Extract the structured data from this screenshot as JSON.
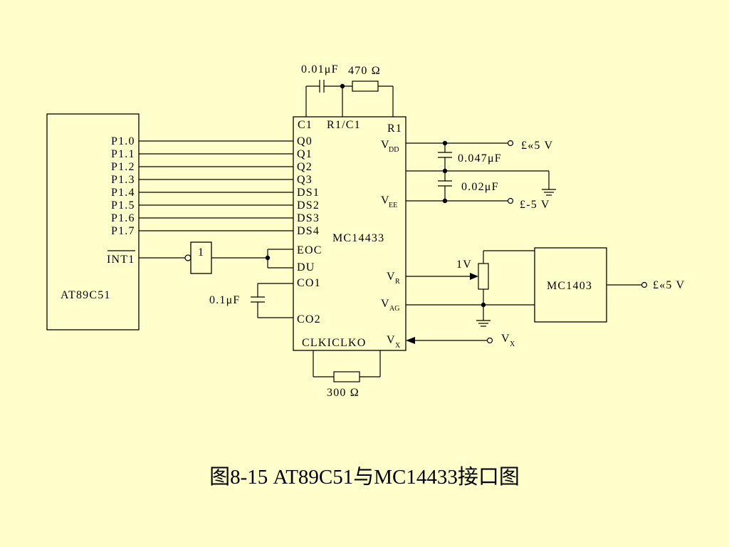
{
  "mcu": {
    "name": "AT89C51",
    "ports": [
      "P1.0",
      "P1.1",
      "P1.2",
      "P1.3",
      "P1.4",
      "P1.5",
      "P1.6",
      "P1.7"
    ],
    "int_pin": "INT1"
  },
  "adc": {
    "name": "MC14433",
    "top_pins": [
      "C1",
      "R1/C1",
      "R1"
    ],
    "left_pins": [
      "Q0",
      "Q1",
      "Q2",
      "Q3",
      "DS1",
      "DS2",
      "DS3",
      "DS4"
    ],
    "eoc": "EOC",
    "du": "DU",
    "co1": "CO1",
    "co2": "CO2",
    "bottom_pins": "CLKICLKO",
    "vdd": "V",
    "vdd_sub": "DD",
    "vee": "V",
    "vee_sub": "EE",
    "vr": "V",
    "vr_sub": "R",
    "vag": "V",
    "vag_sub": "AG",
    "vx": "V",
    "vx_sub": "X"
  },
  "gate": {
    "label": "1"
  },
  "ref": {
    "name": "MC1403",
    "supply": "£«5 V"
  },
  "components": {
    "cap_top": "0.01μF",
    "res_top": "470 Ω",
    "cap_vdd": "0.047μF",
    "cap_vee": "0.02μF",
    "cap_co": "0.1μF",
    "res_clk": "300 Ω",
    "pot_label": "1V"
  },
  "supplies": {
    "vdd": "£«5 V",
    "vee": "£-5 V",
    "vx_in": "V",
    "vx_in_sub": "X"
  },
  "caption": "图8-15  AT89C51与MC14433接口图"
}
